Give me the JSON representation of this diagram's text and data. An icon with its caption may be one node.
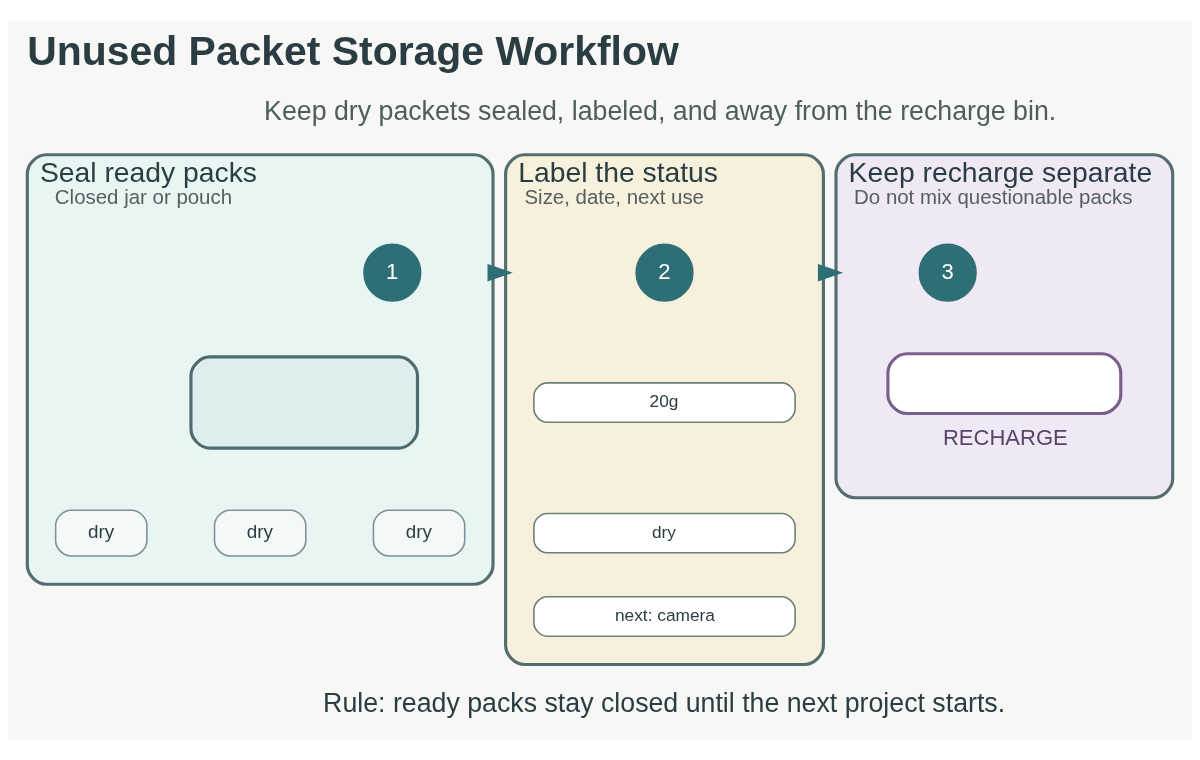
{
  "diagram": {
    "title": "Unused Packet Storage Workflow",
    "caption": "Rule: ready packs stay closed until the next project starts.",
    "nodes": [
      {
        "text": [
          "Seal ready packs",
          "Closed jar or pouch"
        ]
      },
      {
        "text": [
          "1"
        ],
        "in": 0
      },
      {
        "text": [],
        "shape": "box",
        "in": 0
      },
      {
        "text": [
          "dry"
        ],
        "in": 0
      },
      {
        "text": [
          "dry"
        ],
        "in": 0
      },
      {
        "text": [
          "dry"
        ],
        "in": 0
      },
      {
        "text": [
          "Label the status",
          "Size, date, next use"
        ]
      },
      {
        "text": [
          "2"
        ],
        "in": 6
      },
      {
        "text": [
          "20g"
        ],
        "in": 6
      },
      {
        "text": [
          "dry"
        ],
        "in": 6
      },
      {
        "text": [
          "next: camera"
        ],
        "in": 6
      },
      {
        "text": [
          "Keep recharge separate",
          "Do not mix questionable packs"
        ]
      },
      {
        "text": [
          "3"
        ],
        "in": 11
      },
      {
        "text": [],
        "shape": "box",
        "in": 11,
        "beside": [
          "RECHARGE"
        ]
      }
    ],
    "edges": [
      {
        "from": 0,
        "to": 6,
        "arrow": "to"
      },
      {
        "from": 6,
        "to": 11,
        "arrow": "to"
      }
    ],
    "labels": [
      "Keep dry packets sealed, labeled, and away from the recharge bin."
    ]
  }
}
